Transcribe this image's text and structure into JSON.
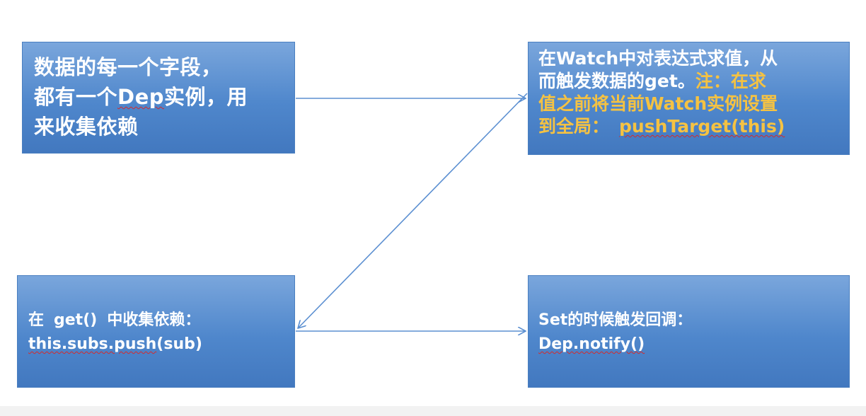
{
  "colors": {
    "box_fill": "#4f87cc",
    "box_border": "#4a7fc0",
    "text": "#ffffff",
    "highlight": "#f5c242",
    "arrow": "#5b8fd1",
    "spellcheck_underline": "#d42a2a"
  },
  "boxes": {
    "field_dep": {
      "line1": "数据的每一个字段，",
      "line2_prefix": "都有一个",
      "line2_dep": "Dep",
      "line2_suffix": "实例，用",
      "line3": "来收集依赖"
    },
    "watch_get": {
      "line1": "在Watch中对表达式求值，从",
      "line2_plain": "而触发数据的get。",
      "line2_note": "注：在求",
      "line3": "值之前将当前Watch实例设置",
      "line4_prefix": "到全局：",
      "line4_code": "pushTarget(this)"
    },
    "get_collect": {
      "line1_prefix": "在",
      "line1_code": "get()",
      "line1_suffix": "中收集依赖：",
      "line2_part1": "this.subs.push",
      "line2_part2": "(sub)"
    },
    "set_notify": {
      "line1": "Set的时候触发回调：",
      "line2": "Dep.notify()"
    }
  }
}
